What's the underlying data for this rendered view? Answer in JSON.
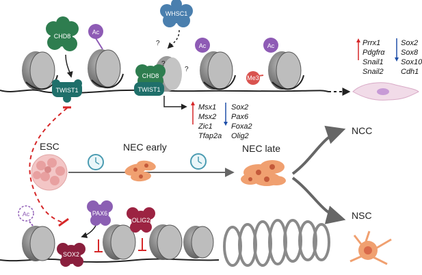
{
  "proteins": {
    "whsc1": "WHSC1",
    "chd8_top": "CHD8",
    "chd8_bound": "CHD8",
    "twist1_left": "TWIST1",
    "twist1_bound": "TWIST1",
    "pax6": "PAX6",
    "olig2": "OLIG2",
    "sox2": "SOX2"
  },
  "marks": {
    "ac": "Ac",
    "me3": "Me3",
    "question": "?"
  },
  "stages": {
    "esc": "ESC",
    "nec_early": "NEC early",
    "nec_late": "NEC late",
    "ncc": "NCC",
    "nsc": "NSC"
  },
  "genes": {
    "center_up": [
      "Msx1",
      "Msx2",
      "Zic1",
      "Tfap2a"
    ],
    "center_down": [
      "Sox2",
      "Pax6",
      "Foxa2",
      "Olig2"
    ],
    "right_up": [
      "Prrx1",
      "Pdgfrα",
      "Snail1",
      "Snail2"
    ],
    "right_down": [
      "Sox2",
      "Sox8",
      "Sox10",
      "Cdh1"
    ]
  },
  "colors": {
    "chd8": "#2e7d4f",
    "twist1": "#1f6f6a",
    "whsc1": "#4a7fae",
    "ac": "#8e5bb5",
    "me3": "#d9534f",
    "pax6": "#8b5fb3",
    "olig2": "#9c2342",
    "sox2": "#8a1f3d",
    "up_arrow": "#d62728",
    "down_arrow": "#1f4fa8",
    "inhibit": "#d62728",
    "cell": "#f0a070"
  },
  "icons": {
    "clock": "clock-icon"
  }
}
